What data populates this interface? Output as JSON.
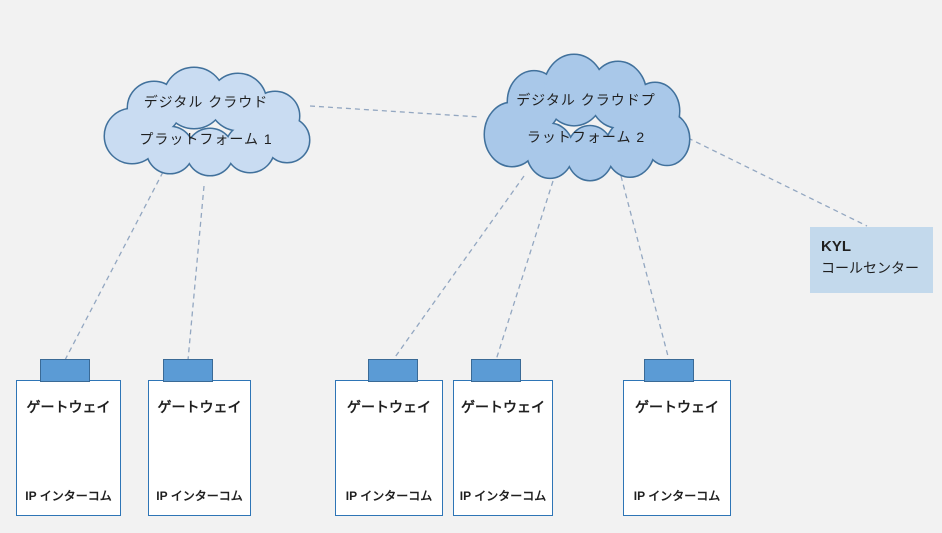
{
  "clouds": [
    {
      "line1": "デジタル クラウド",
      "line2": "プラットフォーム 1",
      "fill": "#c9dcf2",
      "stroke": "#41719c"
    },
    {
      "line1": "デジタル クラウドプ",
      "line2": "ラットフォーム 2",
      "fill": "#a9c8e9",
      "stroke": "#41719c"
    }
  ],
  "call_center": {
    "title": "KYL",
    "subtitle": "コールセンター",
    "fill": "#c3d9ec"
  },
  "gateways": [
    {
      "title": "ゲートウェイ",
      "subtitle": "IP インターコム"
    },
    {
      "title": "ゲートウェイ",
      "subtitle": "IP インターコム"
    },
    {
      "title": "ゲートウェイ",
      "subtitle": "IP インターコム"
    },
    {
      "title": "ゲートウェイ",
      "subtitle": "IP インターコム"
    },
    {
      "title": "ゲートウェイ",
      "subtitle": "IP インターコム"
    }
  ],
  "styles": {
    "background": "#f2f2f2",
    "tab_fill": "#5b9bd5",
    "tab_stroke": "#3a6a96",
    "box_border": "#2e75b6",
    "connector_color": "#93a7c1",
    "text_color": "#1f1f1f"
  }
}
